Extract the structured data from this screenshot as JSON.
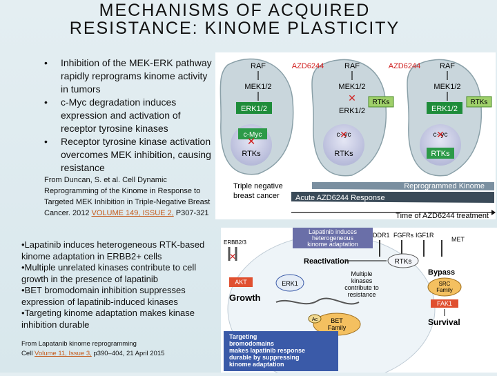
{
  "title": "MECHANISMS OF ACQUIRED RESISTANCE: KINOME PLASTICITY",
  "bullets": [
    "Inhibition of the MEK-ERK pathway rapidly reprograms kinome activity in tumors",
    "c-Myc degradation induces expression and activation of receptor tyrosine kinases",
    "Receptor tyrosine kinase activation overcomes MEK inhibition, causing resistance"
  ],
  "citation1": {
    "text": "From Duncan, S. et al. Cell Dynamic Reprogramming of the Kinome in Response to Targeted MEK Inhibition in Triple-Negative Breast Cancer. 2012 ",
    "link": "VOLUME 149, ISSUE 2,",
    "tail": " P307-321"
  },
  "points2": [
    "•Lapatinib induces heterogeneous RTK-based kinome adaptation in ERBB2+ cells",
    "•Multiple unrelated kinases contribute to cell growth in the presence of lapatinib",
    "•BET bromodomain inhibition suppresses expression of lapatinib-induced kinases",
    "•Targeting kinome adaptation makes kinase inhibition durable"
  ],
  "citation2": {
    "line1": "From Lapatanib kinome reprogramming",
    "pre": "Cell ",
    "link": "Volume 11, Issue 3,",
    "tail": " p390–404, 21 April 2015"
  },
  "figure1": {
    "raf": "RAF",
    "azd": "AZD6244",
    "mek": "MEK1/2",
    "erk": "ERK1/2",
    "myc": "c-Myc",
    "myc_split": "c-  yc",
    "rtks": "RTKs",
    "legend_tnbc_line1": "Triple negative",
    "legend_tnbc_line2": "breast cancer",
    "legend_reprog": "Reprogrammed Kinome",
    "legend_acute": "Acute AZD6244 Response",
    "legend_time": "Time of AZD6244 treatment"
  },
  "figure2": {
    "header_line1": "Lapatinib induces",
    "header_line2": "heterogeneous",
    "header_line3": "kinome adaptation",
    "erbb": "ERBB2/3",
    "ddr1": "DDR1",
    "fgfrs": "FGFRs",
    "igf1r": "IGF1R",
    "met": "MET",
    "reactivation": "Reactivation",
    "rtks": "RTKs",
    "bypass": "Bypass",
    "akt": "AKT",
    "erk": "ERK1",
    "multiple_line1": "Multiple",
    "multiple_line2": "kinases",
    "multiple_line3": "contribute to",
    "multiple_line4": "resistance",
    "src_line1": "SRC",
    "src_line2": "Family",
    "fak": "FAK1",
    "growth": "Growth",
    "survival": "Survival",
    "ac": "Ac",
    "bet_line1": "BET",
    "bet_line2": "Family",
    "target_line1": "Targeting",
    "target_line2": "bromodomains",
    "target_line3": "makes lapatinib response",
    "target_line4": "durable by suppressing",
    "target_line5": "kinome adaptation"
  }
}
